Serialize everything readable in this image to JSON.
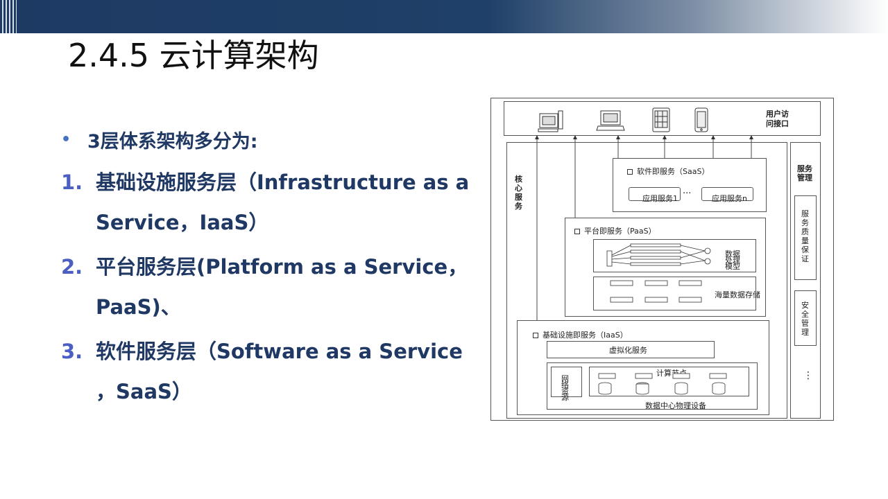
{
  "slide": {
    "title": "2.4.5 云计算架构"
  },
  "content": {
    "intro": "3层体系架构多分为:",
    "items": [
      {
        "num": "1.",
        "text": "基础设施服务层（Infrastructure as a Service，IaaS）"
      },
      {
        "num": "2.",
        "text": "平台服务层(Platform as a Service，PaaS)、"
      },
      {
        "num": "3.",
        "text": "软件服务层（Software as a Service ，SaaS）"
      }
    ]
  },
  "diagram": {
    "user_access": "用户访问接口",
    "core_services": "核心服务",
    "service_management": "服务管理",
    "saas_title": "软件即服务（SaaS）",
    "app_service_1": "应用服务1",
    "app_ellipsis": "···",
    "app_service_n": "应用服务n",
    "paas_title": "平台即服务（PaaS）",
    "data_processing": "数据处理模型",
    "mass_storage": "海量数据存储",
    "iaas_title": "基础设施即服务（IaaS）",
    "virtualization": "虚拟化服务",
    "network_resources": "网络资源",
    "compute_nodes": "计算节点",
    "datacenter_devices": "数据中心物理设备",
    "qos": "服务质量保证",
    "security": "安全管理",
    "mgmt_ellipsis": "⋮",
    "device_icons": [
      "desktop-computer-icon",
      "laptop-icon",
      "tablet-icon",
      "smartphone-icon"
    ]
  },
  "colors": {
    "banner": "#1d3a63",
    "text": "#1f3864",
    "number": "#4a5fc1",
    "bullet": "#4472c4"
  }
}
